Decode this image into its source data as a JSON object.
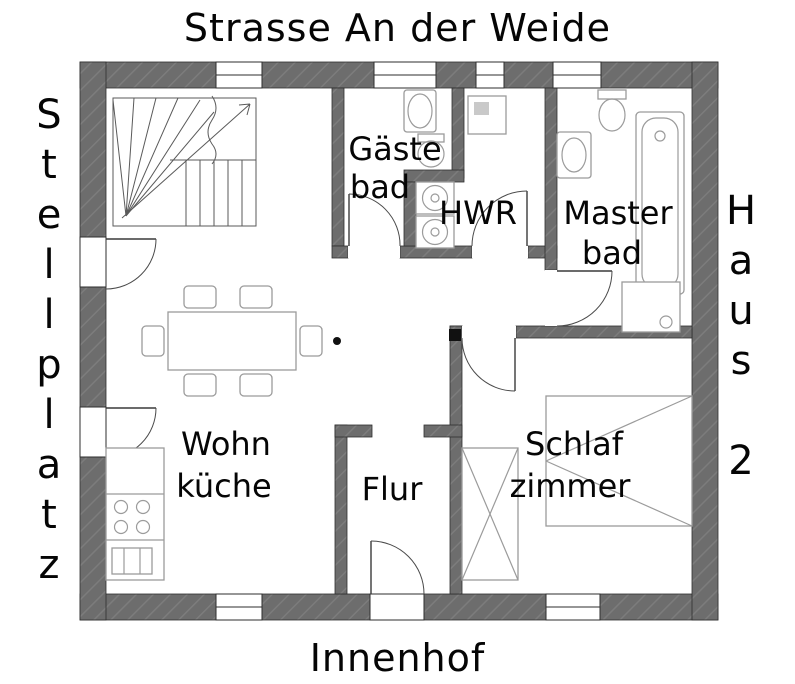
{
  "title": "Strasse An der Weide",
  "labels": {
    "left": "Stellplatz",
    "right": "Haus 2",
    "bottom": "Innenhof"
  },
  "rooms": {
    "gaestebad": {
      "line1": "Gäste",
      "line2": "bad"
    },
    "hwr": {
      "name": "HWR"
    },
    "masterbad": {
      "line1": "Master",
      "line2": "bad"
    },
    "wohnkueche": {
      "line1": "Wohn",
      "line2": "küche"
    },
    "flur": {
      "name": "Flur"
    },
    "schlafzimmer": {
      "line1": "Schlaf",
      "line2": "zimmer"
    }
  },
  "colors": {
    "wall": "#6d6d6d",
    "wall_hatch": "#7c7c7c",
    "outline": "#2e2e2e",
    "fixture_line": "#9b9b9b",
    "text": "#050505",
    "background": "#ffffff"
  }
}
